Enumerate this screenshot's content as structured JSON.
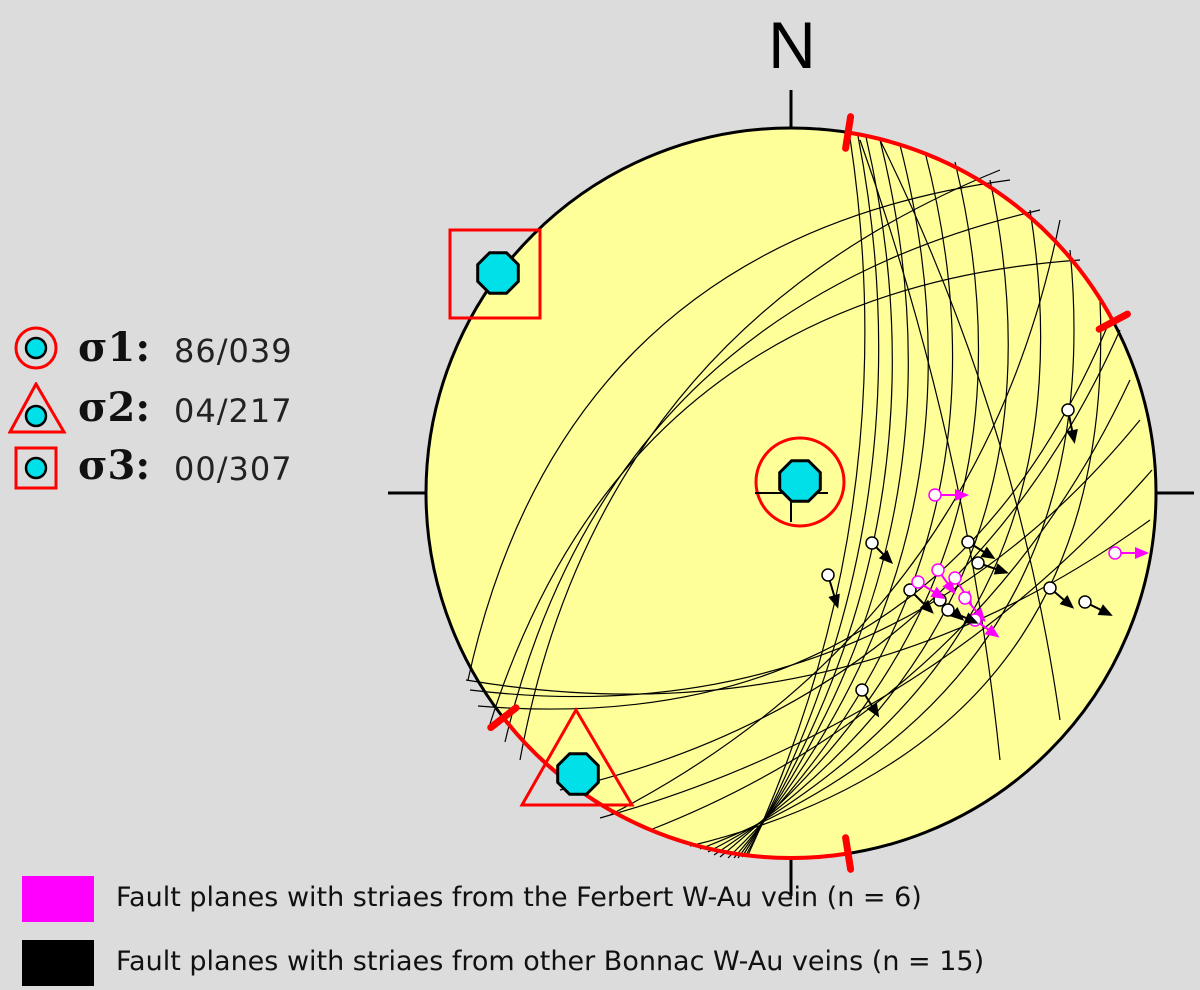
{
  "north_label": "N",
  "stress_axes": [
    {
      "symbol": "circle",
      "label": "σ1:",
      "value": "86/039"
    },
    {
      "symbol": "triangle",
      "label": "σ2:",
      "value": "04/217"
    },
    {
      "symbol": "square",
      "label": "σ3:",
      "value": "00/307"
    }
  ],
  "legend": [
    {
      "color": "#ff00ff",
      "text": "Fault planes with striaes from the Ferbert W-Au vein (n = 6)"
    },
    {
      "color": "#000000",
      "text": "Fault planes with striaes from other Bonnac W-Au veins (n = 15)"
    }
  ],
  "colors": {
    "net_fill": "#ffff99",
    "stress_marker": "#00e0e8",
    "stress_frame": "#ff0000",
    "extension_arc": "#ff0000",
    "ferbert": "#ff00ff",
    "bonnac": "#000000"
  }
}
